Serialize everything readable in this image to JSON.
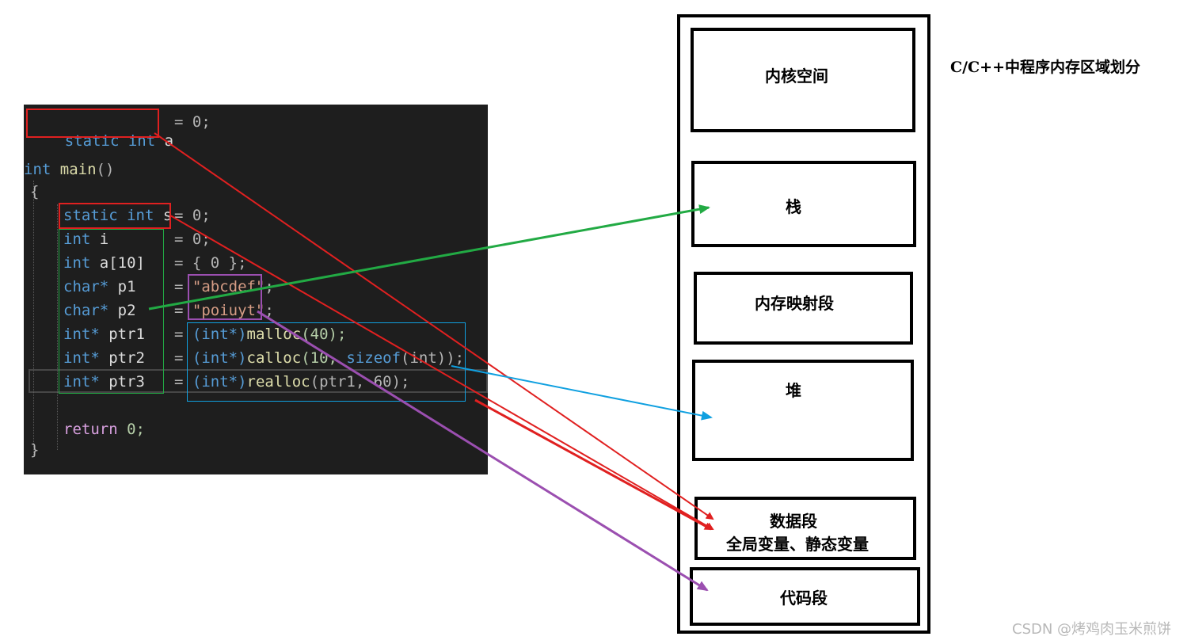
{
  "title": "C/C++中程序内存区域划分",
  "watermark": "CSDN @烤鸡肉玉米煎饼",
  "code": {
    "l1": {
      "a": "static",
      "b": "int",
      "c": "a",
      "d": "= 0;"
    },
    "l2": {
      "a": "int",
      "b": "main",
      "c": "()"
    },
    "l3": {
      "a": "{"
    },
    "l4": {
      "a": "static",
      "b": "int",
      "c": "s",
      "d": "= 0;"
    },
    "l5": {
      "a": "int",
      "b": "i",
      "d": "= 0;"
    },
    "l6": {
      "a": "int",
      "b": "a[10]",
      "d": "= { 0 };"
    },
    "l7": {
      "a": "char*",
      "b": "p1",
      "d": "=",
      "e": "\"abcdef\"",
      "f": ";"
    },
    "l8": {
      "a": "char*",
      "b": "p2",
      "d": "=",
      "e": "\"poiuyt\"",
      "f": ";"
    },
    "l9": {
      "a": "int*",
      "b": "ptr1",
      "d": "=",
      "e": "(int*)",
      "f": "malloc",
      "g": "(40);"
    },
    "l10": {
      "a": "int*",
      "b": "ptr2",
      "d": "=",
      "e": "(int*)",
      "f": "calloc",
      "g": "(10,",
      "h": "sizeof",
      "i": "(int));"
    },
    "l11": {
      "a": "int*",
      "b": "ptr3",
      "d": "=",
      "e": "(int*)",
      "f": "realloc",
      "g": "(ptr1, 60);"
    },
    "l12": {
      "a": "return",
      "b": "0;"
    },
    "l13": {
      "a": "}"
    }
  },
  "segments": {
    "kernel": "内核空间",
    "stack": "栈",
    "mmap": "内存映射段",
    "heap": "堆",
    "data": "数据段",
    "data_sub": "全局变量、静态变量",
    "code": "代码段"
  },
  "colors": {
    "static": "#e02020",
    "stack": "#22aa44",
    "heap": "#10a0e0",
    "code": "#9b4fb0"
  }
}
